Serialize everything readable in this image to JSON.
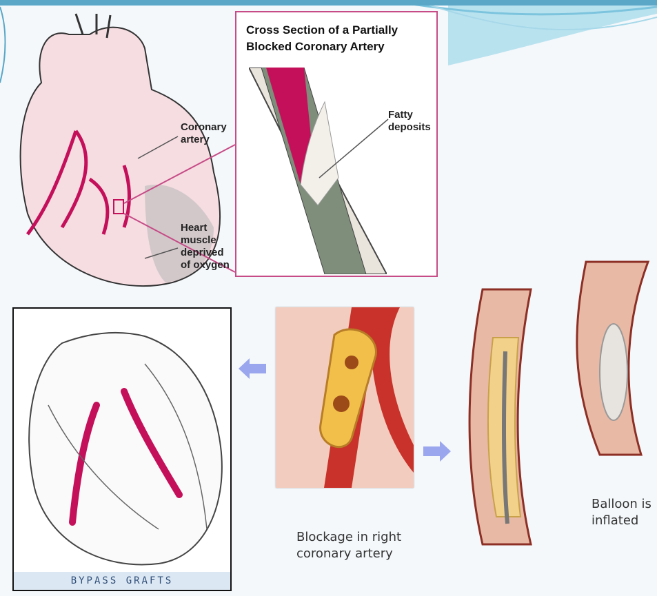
{
  "cross_section": {
    "title_line1": "Cross Section of a Partially",
    "title_line2": "Blocked Coronary Artery",
    "fatty_line1": "Fatty",
    "fatty_line2": "deposits"
  },
  "heart_labels": {
    "coronary_line1": "Coronary",
    "coronary_line2": "artery",
    "muscle_line1": "Heart",
    "muscle_line2": "muscle",
    "muscle_line3": "deprived",
    "muscle_line4": "of oxygen"
  },
  "bypass": {
    "caption": "BYPASS GRAFTS"
  },
  "blockage": {
    "line1": "Blockage in right",
    "line2": "coronary artery"
  },
  "balloon": {
    "line1": "Balloon is",
    "line2": "inflated"
  },
  "colors": {
    "artery_magenta": "#c4105a",
    "arrow_blue": "#9aa6ee",
    "box_border": "#c64b86"
  }
}
